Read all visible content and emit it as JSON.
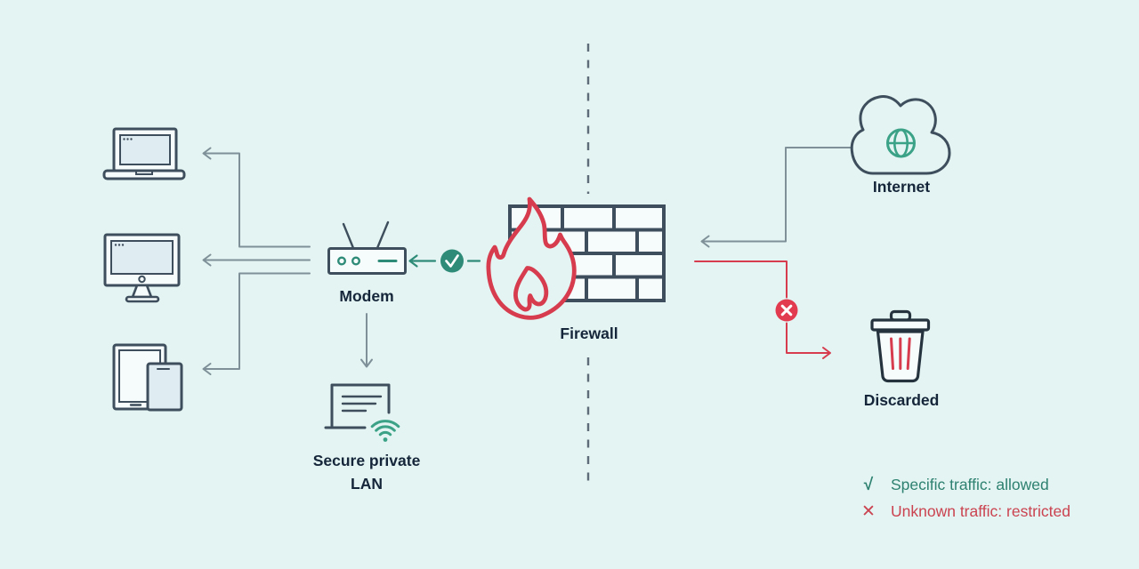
{
  "colors": {
    "background": "#e3f4f2",
    "outline": "#3e4e5c",
    "outline_dark": "#25333f",
    "label_text": "#16263a",
    "line_gray": "#7f9099",
    "divider_gray": "#5d6c78",
    "teal": "#2e8b78",
    "green": "#3ba287",
    "red": "#d63c4e",
    "badge_red": "#e23b50",
    "white": "#ffffff",
    "screen_fill": "#dfecf2",
    "frame_fill": "#f6fbfb",
    "legend_green": "#2e8170",
    "legend_red": "#cb4350"
  },
  "labels": {
    "modem": "Modem",
    "firewall": "Firewall",
    "internet": "Internet",
    "discarded": "Discarded",
    "lan_line1": "Secure private",
    "lan_line2": "LAN"
  },
  "legend": {
    "allowed_symbol": "√",
    "allowed_text": "Specific traffic: allowed",
    "restricted_symbol": "✕",
    "restricted_text": "Unknown traffic: restricted"
  }
}
